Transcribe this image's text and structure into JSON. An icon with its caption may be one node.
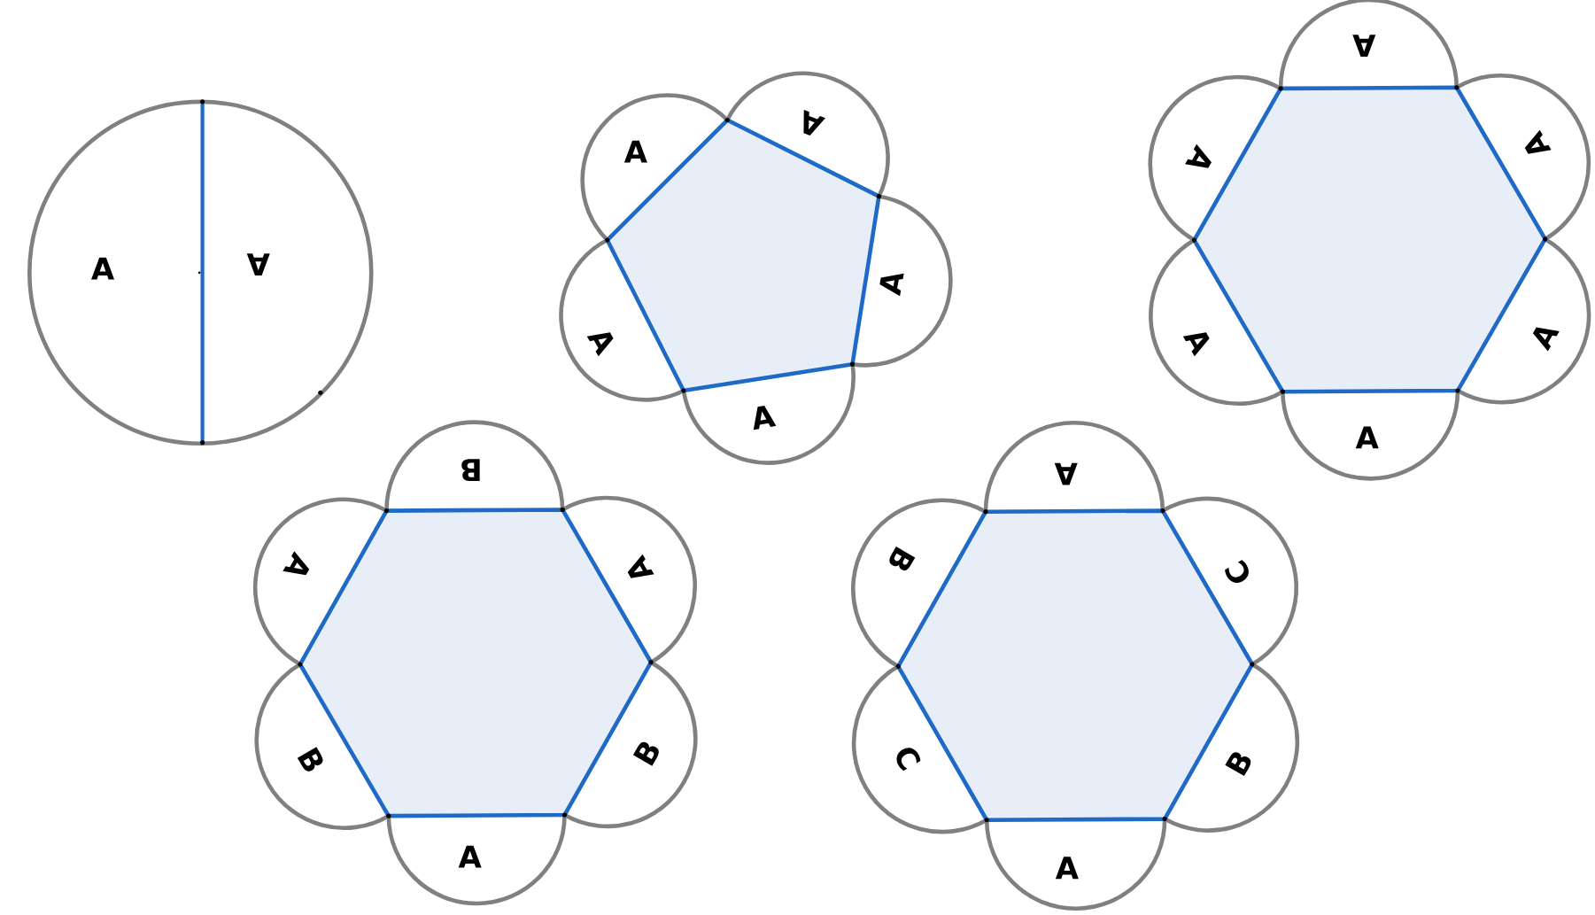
{
  "diagram": {
    "labels": [
      "A",
      "A",
      "A",
      "A",
      "A",
      "A",
      "A",
      "A",
      "A",
      "A",
      "A",
      "A",
      "A",
      "B",
      "A",
      "B",
      "A",
      "B",
      "A",
      "A",
      "C",
      "B",
      "A",
      "C",
      "B"
    ]
  }
}
